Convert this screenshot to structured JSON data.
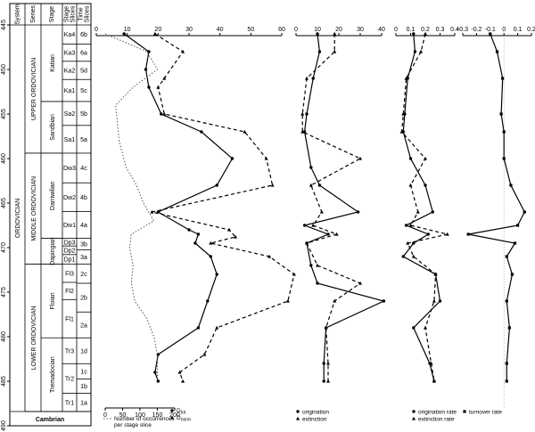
{
  "strat": {
    "headers": [
      "System",
      "Series",
      "Stage",
      "Stage Slices",
      "Time Slices"
    ],
    "system": "ORDOVICIAN",
    "cambrian": "Cambrian",
    "series": [
      {
        "label": "UPPER ORDOVICIAN",
        "top": 445,
        "bottom": 458.4
      },
      {
        "label": "MIDDLE ORDOVICIAN",
        "top": 458.4,
        "bottom": 470
      },
      {
        "label": "LOWER ORDOVICIAN",
        "top": 470,
        "bottom": 485.4
      }
    ],
    "stages": [
      {
        "label": "Katian",
        "top": 445,
        "bottom": 453
      },
      {
        "label": "Sandbian",
        "top": 453,
        "bottom": 458.4
      },
      {
        "label": "Darriwilian",
        "top": 458.4,
        "bottom": 467.3
      },
      {
        "label": "Dapingian",
        "top": 467.3,
        "bottom": 470
      },
      {
        "label": "Floian",
        "top": 470,
        "bottom": 477.7
      },
      {
        "label": "Tremadocian",
        "top": 477.7,
        "bottom": 485.4
      }
    ],
    "stage_slices": [
      {
        "label": "Ka4",
        "top": 445,
        "bottom": 447
      },
      {
        "label": "Ka3",
        "top": 447,
        "bottom": 448.8
      },
      {
        "label": "Ka2",
        "top": 448.8,
        "bottom": 450.7
      },
      {
        "label": "Ka1",
        "top": 450.7,
        "bottom": 453
      },
      {
        "label": "Sa2",
        "top": 453,
        "bottom": 455.5
      },
      {
        "label": "Sa1",
        "top": 455.5,
        "bottom": 458.4
      },
      {
        "label": "Dw3",
        "top": 458.4,
        "bottom": 461.5
      },
      {
        "label": "Dw2",
        "top": 461.5,
        "bottom": 464.5
      },
      {
        "label": "Dw1",
        "top": 464.5,
        "bottom": 467.3
      },
      {
        "label": "Dp3",
        "top": 467.3,
        "bottom": 468.1
      },
      {
        "label": "Dp2",
        "top": 468.1,
        "bottom": 469
      },
      {
        "label": "Dp1",
        "top": 469,
        "bottom": 470
      },
      {
        "label": "Fl3",
        "top": 470,
        "bottom": 471.9
      },
      {
        "label": "Fl2",
        "top": 471.9,
        "bottom": 473.7
      },
      {
        "label": "Fl1",
        "top": 473.7,
        "bottom": 477.7
      },
      {
        "label": "Tr3",
        "top": 477.7,
        "bottom": 480.4
      },
      {
        "label": "Tr2",
        "top": 480.4,
        "bottom": 483.5
      },
      {
        "label": "Tr1",
        "top": 483.5,
        "bottom": 485.4
      }
    ],
    "time_slices": [
      {
        "label": "6b",
        "top": 445,
        "bottom": 447
      },
      {
        "label": "6a",
        "top": 447,
        "bottom": 448.8
      },
      {
        "label": "5d",
        "top": 448.8,
        "bottom": 450.7
      },
      {
        "label": "5c",
        "top": 450.7,
        "bottom": 453
      },
      {
        "label": "5b",
        "top": 453,
        "bottom": 455.5
      },
      {
        "label": "5a",
        "top": 455.5,
        "bottom": 458.4
      },
      {
        "label": "4c",
        "top": 458.4,
        "bottom": 461.5
      },
      {
        "label": "4b",
        "top": 461.5,
        "bottom": 464.5
      },
      {
        "label": "4a",
        "top": 464.5,
        "bottom": 467.3
      },
      {
        "label": "3b",
        "top": 467.3,
        "bottom": 468.5
      },
      {
        "label": "3a",
        "top": 468.5,
        "bottom": 470
      },
      {
        "label": "2c",
        "top": 470,
        "bottom": 472
      },
      {
        "label": "2b",
        "top": 472,
        "bottom": 475
      },
      {
        "label": "2a",
        "top": 475,
        "bottom": 477.7
      },
      {
        "label": "1d",
        "top": 477.7,
        "bottom": 480.4
      },
      {
        "label": "1c",
        "top": 480.4,
        "bottom": 482
      },
      {
        "label": "1b",
        "top": 482,
        "bottom": 483.5
      },
      {
        "label": "1a",
        "top": 483.5,
        "bottom": 485.4
      }
    ]
  },
  "chart_data": [
    {
      "type": "line",
      "panel": "diversity",
      "y_axis_ticks": [
        445,
        450,
        455,
        460,
        465,
        470,
        475,
        480,
        485,
        490
      ],
      "ylim": [
        445,
        490
      ],
      "xlim": [
        0,
        60
      ],
      "x_ticks": [
        0,
        10,
        20,
        30,
        40,
        50,
        60
      ],
      "legend": [
        "D",
        "tot",
        "D",
        "norm"
      ],
      "series": [
        {
          "style": "solid",
          "marker": "dot",
          "x": [
            9,
            17,
            16,
            17,
            21,
            34,
            44,
            39,
            20,
            30,
            33,
            32,
            37,
            39,
            36,
            33,
            20,
            19,
            20
          ],
          "y": [
            446,
            448,
            450,
            452,
            455,
            457,
            460,
            463,
            466,
            468,
            468.5,
            469.5,
            471,
            473,
            476,
            479,
            482,
            484,
            485
          ]
        },
        {
          "style": "dashed",
          "marker": "triangle",
          "x": [
            19,
            28,
            22,
            20,
            22,
            48,
            55,
            57,
            18,
            43,
            45,
            37,
            56,
            64,
            62,
            39,
            35,
            27,
            28
          ],
          "y": [
            446,
            448,
            451,
            452,
            455,
            457,
            460,
            463,
            466,
            468,
            468.8,
            469.5,
            471,
            473,
            476,
            479,
            482,
            484,
            485
          ]
        }
      ]
    },
    {
      "type": "line",
      "panel": "occurrences",
      "xlim": [
        0,
        200
      ],
      "x_ticks": [
        0,
        50,
        100,
        150,
        200
      ],
      "xlabel": "Number of occurrences per stage slice",
      "series": [
        {
          "style": "dotted",
          "x": [
            0,
            60,
            120,
            150,
            80,
            30,
            35,
            40,
            60,
            90,
            110,
            140,
            75,
            70,
            80,
            75,
            85,
            120,
            140,
            150,
            150
          ],
          "y": [
            446,
            447,
            448,
            450,
            452,
            454,
            456,
            458,
            461,
            463,
            465,
            467,
            468.5,
            470,
            472,
            474,
            476,
            478,
            480,
            482,
            485
          ]
        }
      ]
    },
    {
      "type": "line",
      "panel": "origination-extinction",
      "xlim": [
        0,
        40
      ],
      "x_ticks": [
        0,
        10,
        20,
        30,
        40
      ],
      "legend": [
        "origination",
        "extinction"
      ],
      "series": [
        {
          "name": "origination",
          "style": "solid",
          "marker": "dot",
          "x": [
            10,
            11,
            8,
            5,
            4,
            7,
            11,
            29,
            4,
            15,
            5,
            7,
            10,
            41,
            14,
            13,
            13
          ],
          "y": [
            446,
            448,
            451,
            455,
            457,
            461,
            463,
            466,
            467.5,
            468.5,
            469.5,
            472,
            474,
            476,
            479,
            483,
            485
          ]
        },
        {
          "name": "extinction",
          "style": "dashed",
          "marker": "triangle",
          "x": [
            18,
            18,
            5,
            3,
            3,
            30,
            7,
            12,
            8,
            19,
            5,
            10,
            30,
            18,
            14,
            15,
            15
          ],
          "y": [
            446,
            448,
            451,
            455,
            457,
            460,
            463,
            466,
            467.5,
            468.5,
            469.5,
            472,
            474,
            476,
            479,
            483,
            485
          ]
        }
      ]
    },
    {
      "type": "line",
      "panel": "rates",
      "xlim": [
        0,
        0.4
      ],
      "x_ticks": [
        0,
        0.1,
        0.2,
        0.3,
        0.4
      ],
      "legend": [
        "origination rate",
        "extinction rate"
      ],
      "series": [
        {
          "name": "origination rate",
          "style": "solid",
          "marker": "dot",
          "x": [
            0.12,
            0.13,
            0.08,
            0.06,
            0.05,
            0.1,
            0.2,
            0.25,
            0.07,
            0.22,
            0.12,
            0.05,
            0.27,
            0.3,
            0.12,
            0.23,
            0.26
          ],
          "y": [
            446,
            448,
            451,
            455,
            457,
            460,
            463,
            466,
            467.5,
            468.5,
            469.5,
            471,
            473,
            476,
            479,
            483,
            485
          ]
        },
        {
          "name": "extinction rate",
          "style": "dashed",
          "marker": "triangle",
          "x": [
            0.2,
            0.17,
            0.07,
            0.05,
            0.04,
            0.2,
            0.1,
            0.15,
            0.1,
            0.35,
            0.08,
            0.12,
            0.27,
            0.26,
            0.2,
            0.24,
            0.26
          ],
          "y": [
            446,
            448,
            451,
            455,
            457,
            460,
            463,
            466,
            467.5,
            468.5,
            469.5,
            471,
            473,
            476,
            479,
            483,
            485
          ]
        }
      ]
    },
    {
      "type": "line",
      "panel": "turnover",
      "xlim": [
        -0.3,
        0.2
      ],
      "x_ticks": [
        -0.3,
        -0.2,
        -0.1,
        0,
        0.1,
        0.2
      ],
      "legend": [
        "turnover rate"
      ],
      "series": [
        {
          "name": "turnover rate",
          "style": "solid",
          "marker": "square",
          "x": [
            -0.1,
            -0.05,
            -0.01,
            -0.02,
            0.0,
            0.0,
            0.05,
            0.15,
            0.1,
            -0.26,
            0.08,
            0.02,
            0.06,
            0.02,
            0.04,
            0.02,
            0.02
          ],
          "y": [
            446,
            448,
            451,
            455,
            457,
            460,
            463,
            466,
            467.5,
            468.5,
            469.5,
            471,
            473,
            476,
            479,
            483,
            485
          ]
        }
      ]
    }
  ]
}
